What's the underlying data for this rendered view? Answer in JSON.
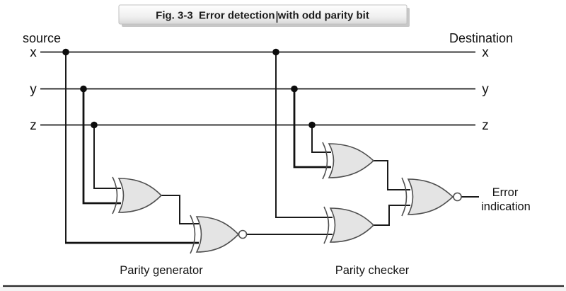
{
  "figure": {
    "title": "Fig. 3-3  Error detection with odd parity bit",
    "source_label": "source",
    "destination_label": "Destination",
    "signals_left": {
      "x": "x",
      "y": "y",
      "z": "z"
    },
    "signals_right": {
      "x": "x",
      "y": "y",
      "z": "z"
    },
    "generator_label": "Parity generator",
    "checker_label": "Parity checker",
    "error_line1": "Error",
    "error_line2": "indication"
  },
  "colors": {
    "gate_fill": "#e4e4e4",
    "gate_stroke": "#4f4f4f",
    "wire": "#1a1a1a",
    "banner_top": "#fdfdfd",
    "banner_bottom": "#dcdcdc",
    "banner_shadow": "#c7c7c7"
  }
}
